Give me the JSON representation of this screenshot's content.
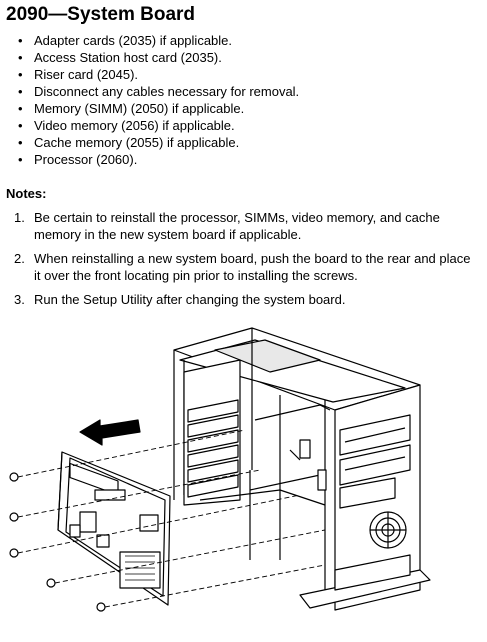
{
  "document": {
    "heading": "2090—System Board",
    "steps": [
      "Adapter cards (2035) if applicable.",
      "Access Station host card (2035).",
      "Riser card (2045).",
      "Disconnect any cables necessary for removal.",
      "Memory (SIMM) (2050) if applicable.",
      "Video memory (2056) if applicable.",
      "Cache memory (2055) if applicable.",
      "Processor (2060)."
    ],
    "notes_heading": "Notes:",
    "notes": [
      {
        "number": "1.",
        "text": "Be certain to reinstall the processor, SIMMs, video memory, and cache memory in the new system board if applicable."
      },
      {
        "number": "2.",
        "text": "When reinstalling a new system board, push the board to the rear and place it over the front locating pin prior to installing the screws."
      },
      {
        "number": "3.",
        "text": "Run the Setup Utility after changing the system board."
      }
    ]
  },
  "figure": {
    "subject": "exploded view of system board removal from tower chassis",
    "icons": [
      "removal-direction-arrow-icon",
      "screw-icon",
      "fan-grille-icon"
    ]
  }
}
